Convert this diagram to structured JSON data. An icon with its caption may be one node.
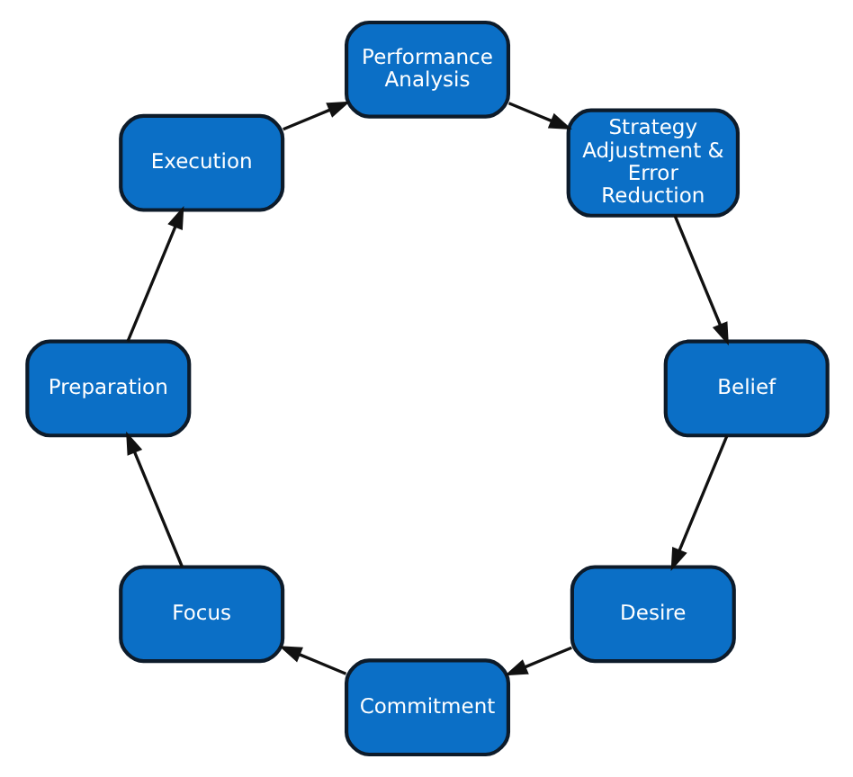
{
  "diagram": {
    "nodes": [
      {
        "text": [
          "Desire"
        ]
      },
      {
        "text": [
          "Commitment"
        ]
      },
      {
        "text": [
          "Focus"
        ]
      },
      {
        "text": [
          "Preparation"
        ]
      },
      {
        "text": [
          "Execution"
        ]
      },
      {
        "text": [
          "Performance Analysis"
        ]
      },
      {
        "text": [
          "Strategy Adjustment & Error Reduction"
        ]
      },
      {
        "text": [
          "Belief"
        ]
      }
    ],
    "edges": [
      {
        "from": 0,
        "to": 1,
        "arrow": "to"
      },
      {
        "from": 1,
        "to": 2,
        "arrow": "to"
      },
      {
        "from": 2,
        "to": 3,
        "arrow": "to"
      },
      {
        "from": 3,
        "to": 4,
        "arrow": "to"
      },
      {
        "from": 4,
        "to": 5,
        "arrow": "to"
      },
      {
        "from": 5,
        "to": 6,
        "arrow": "to"
      },
      {
        "from": 6,
        "to": 7,
        "arrow": "to"
      },
      {
        "from": 7,
        "to": 0,
        "arrow": "to"
      }
    ]
  }
}
